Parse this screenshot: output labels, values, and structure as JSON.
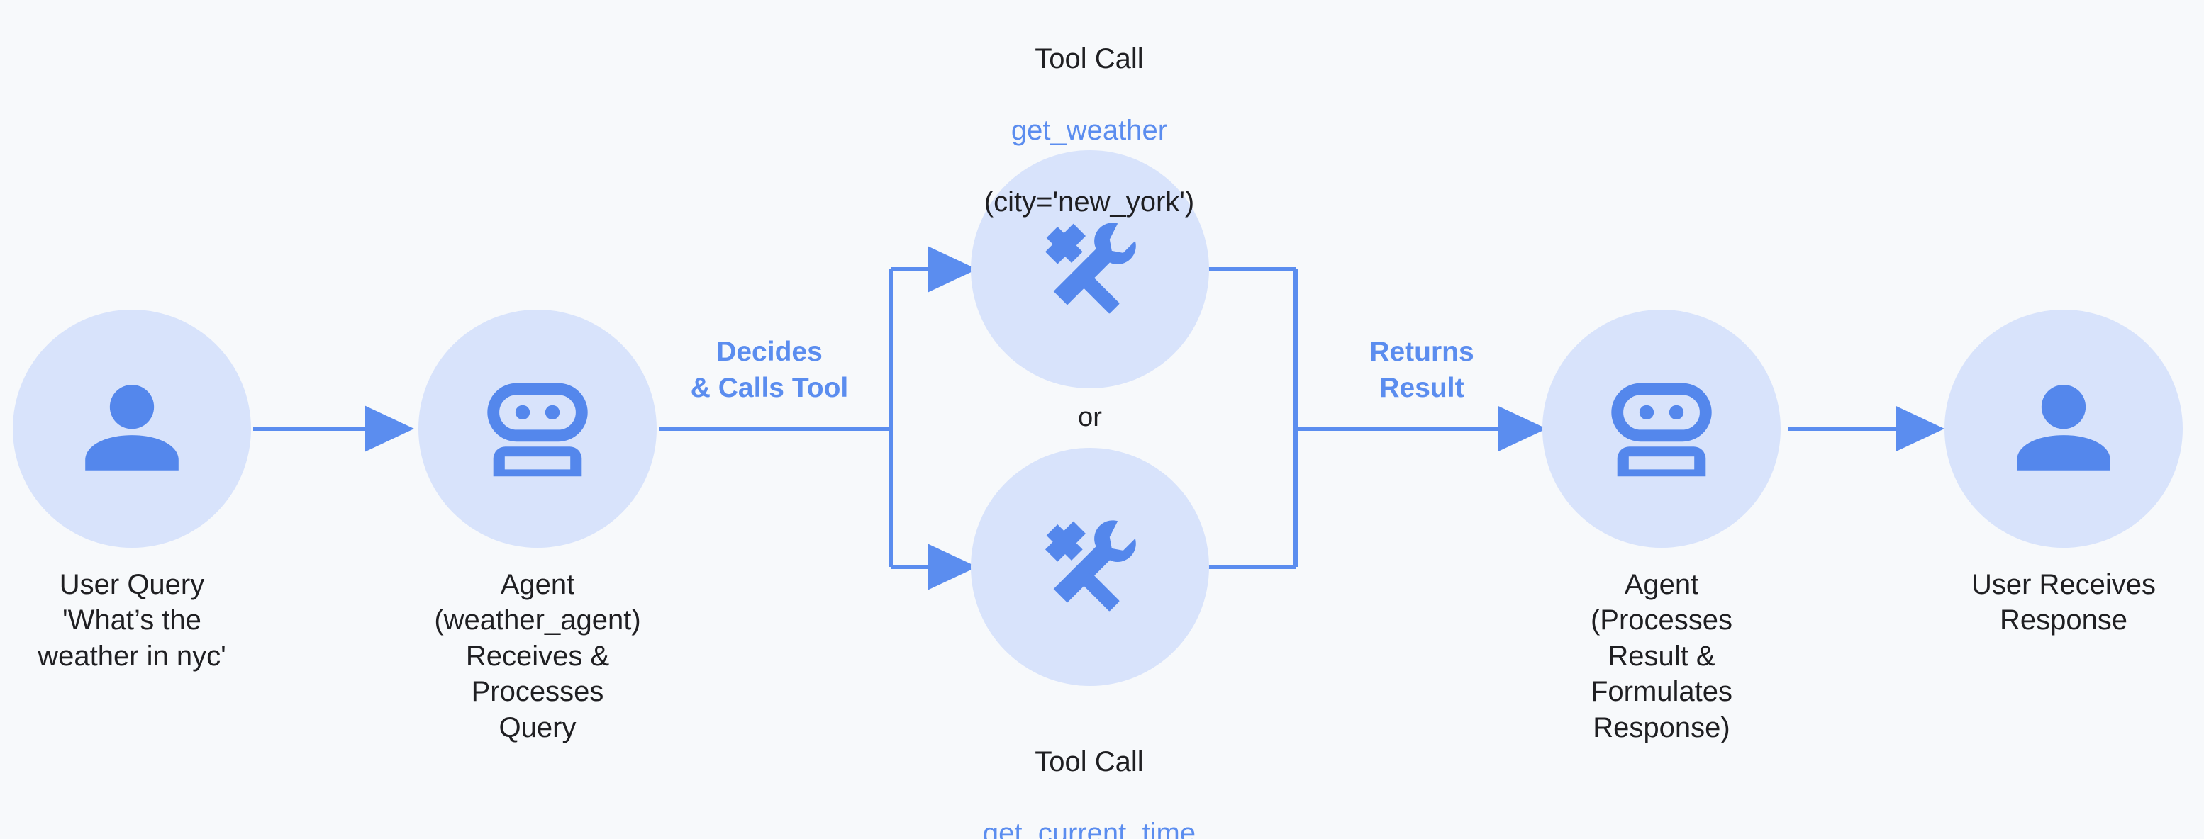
{
  "theme": {
    "background": "#f7f9fb",
    "circle_fill": "#d8e3fb",
    "accent_blue": "#5b8def",
    "icon_blue": "#5487ec",
    "text_dark": "#1f1f22"
  },
  "diagram": {
    "type": "agent-tool-call-flow",
    "nodes": [
      {
        "id": "user-query",
        "icon": "person-icon",
        "caption": "User Query\n'What’s the\nweather in nyc'"
      },
      {
        "id": "agent-receives",
        "icon": "robot-icon",
        "caption": "Agent\n(weather_agent)\nReceives &\nProcesses\nQuery"
      },
      {
        "id": "tool-call-weather",
        "icon": "tools-icon",
        "caption_line1": "Tool Call",
        "caption_fn": "get_weather",
        "caption_line3": "(city='new_york')"
      },
      {
        "id": "tool-call-time",
        "icon": "tools-icon",
        "caption_line1": "Tool Call",
        "caption_fn": "get_current_time"
      },
      {
        "id": "agent-processes",
        "icon": "robot-icon",
        "caption": "Agent\n(Processes\nResult &\nFormulates\nResponse)"
      },
      {
        "id": "user-receives",
        "icon": "person-icon",
        "caption": "User Receives\nResponse"
      }
    ],
    "edge_labels": {
      "decides": "Decides\n& Calls Tool",
      "returns": "Returns\nResult"
    },
    "branch_label": "or"
  }
}
